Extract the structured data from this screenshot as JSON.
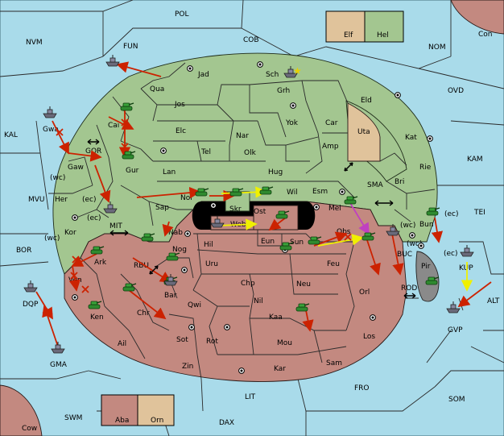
{
  "regions": {
    "sea_zones": [
      "POL",
      "NVM",
      "FUN",
      "COB",
      "NOM",
      "Con",
      "KAL",
      "OVD",
      "KAM",
      "MVU",
      "TEI",
      "BOR",
      "MIT",
      "SMA",
      "RBU",
      "BUC",
      "KUP",
      "ALT",
      "ROD",
      "DQP",
      "GVP",
      "GMA",
      "SWM",
      "LIT",
      "FRO",
      "SOM",
      "DAX",
      "Cow",
      "GOR"
    ],
    "north_land": [
      "Jad",
      "Sch",
      "Qua",
      "Jos",
      "Grh",
      "Eld",
      "Elc",
      "Nar",
      "Yok",
      "Car",
      "Uta",
      "Kat",
      "Gwa",
      "Cai",
      "Tel",
      "Olk",
      "Amp",
      "Rie",
      "Gaw",
      "Gur",
      "Lan",
      "Hug",
      "Esm",
      "Bri",
      "Her",
      "Nor",
      "Sap",
      "Skr",
      "Wil",
      "Bun",
      "Kor",
      "Nab",
      "Mel"
    ],
    "south_land": [
      "Ost",
      "Web",
      "Eun",
      "Sun",
      "Obs",
      "Hil",
      "Nog",
      "Ark",
      "Uru",
      "Feu",
      "Ven",
      "Bar",
      "Chp",
      "Neu",
      "Orl",
      "Ken",
      "Qwi",
      "Nil",
      "Chr",
      "Kaa",
      "Sot",
      "Rot",
      "Ail",
      "Mou",
      "Los",
      "Sam",
      "Zin",
      "Kar"
    ],
    "neutral": [
      "Pir"
    ]
  },
  "legend_top": {
    "left": "Elf",
    "right": "Hel",
    "left_color": "#e0c39b",
    "right_color": "#a3c690"
  },
  "legend_bottom": {
    "left": "Aba",
    "right": "Orn",
    "left_color": "#c38980",
    "right_color": "#e0c39b"
  },
  "coast_tags": [
    "(wc)",
    "(ec)",
    "(ec)",
    "(wc)",
    "(wc)",
    "(ec)",
    "(wc)",
    "(ec)"
  ],
  "colors": {
    "sea": "#a9dbea",
    "north": "#a3c690",
    "south": "#c38980",
    "neutral_tan": "#e0c39b",
    "impassable": "#000000",
    "move_red": "#cc2200",
    "support_yellow": "#f0f000",
    "convoy_magenta": "#c040c0"
  },
  "unit_icons": {
    "army": "tank-icon",
    "fleet": "ship-icon"
  }
}
